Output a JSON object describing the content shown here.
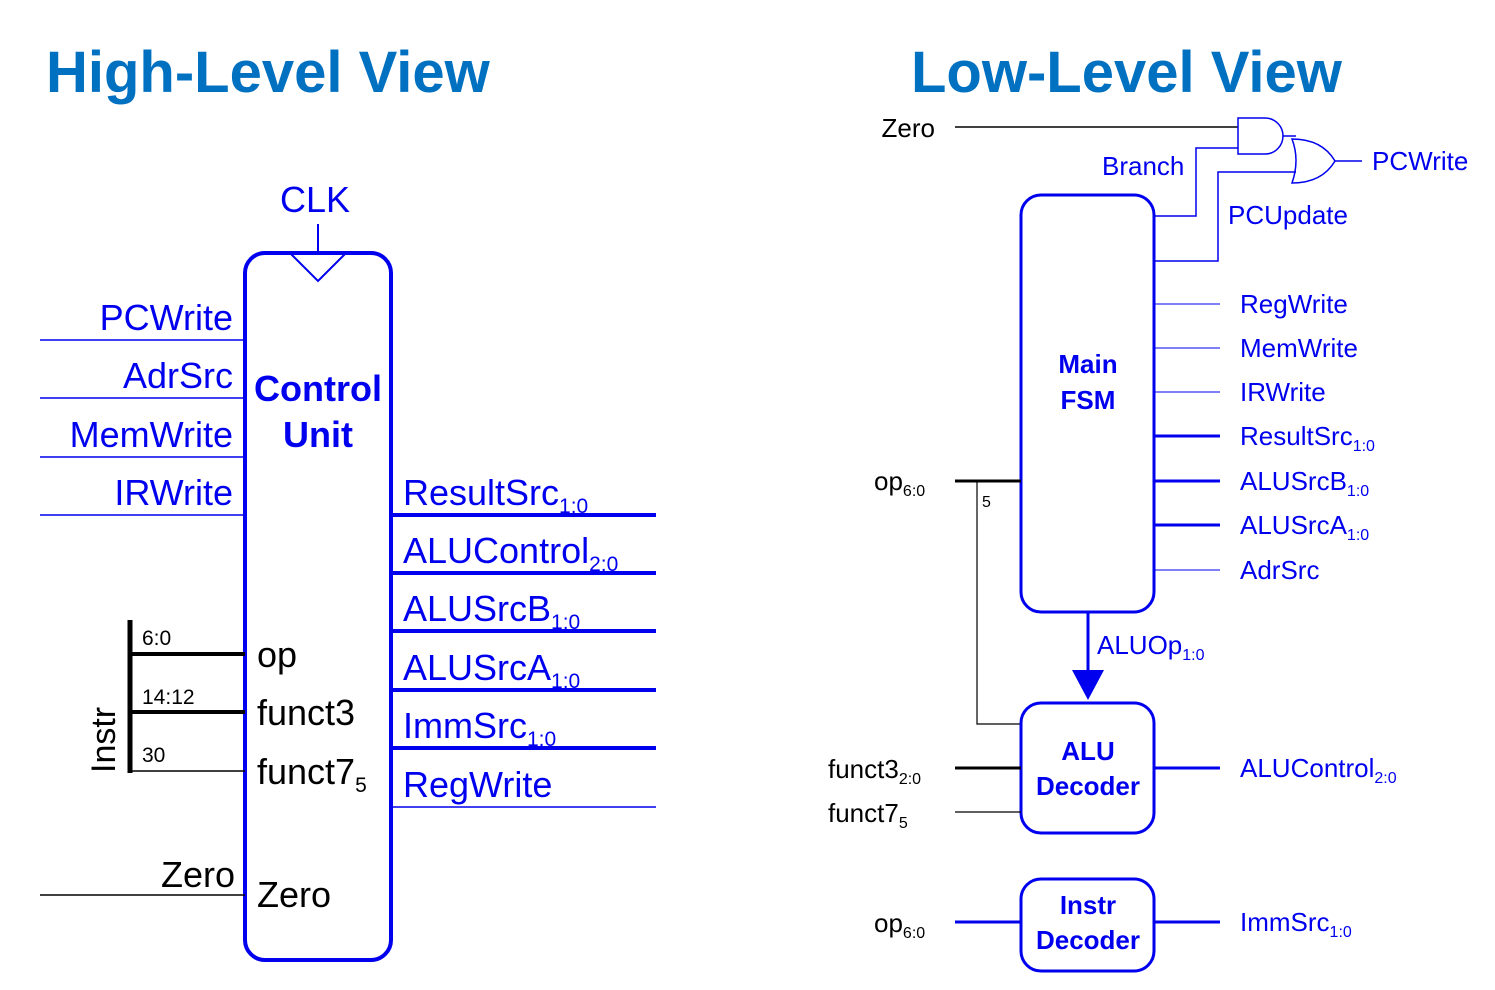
{
  "high_level": {
    "title": "High-Level View",
    "clk": "CLK",
    "unit_line1": "Control",
    "unit_line2": "Unit",
    "left_outputs": [
      "PCWrite",
      "AdrSrc",
      "MemWrite",
      "IRWrite"
    ],
    "right_outputs": [
      {
        "name": "ResultSrc",
        "sub": "1:0"
      },
      {
        "name": "ALUControl",
        "sub": "2:0"
      },
      {
        "name": "ALUSrcB",
        "sub": "1:0"
      },
      {
        "name": "ALUSrcA",
        "sub": "1:0"
      },
      {
        "name": "ImmSrc",
        "sub": "1:0"
      },
      {
        "name": "RegWrite",
        "sub": ""
      }
    ],
    "instr_label": "Instr",
    "bit_ranges": [
      "6:0",
      "14:12",
      "30"
    ],
    "inputs": [
      {
        "name": "op",
        "sub": ""
      },
      {
        "name": "funct3",
        "sub": ""
      },
      {
        "name": "funct7",
        "sub": "5"
      }
    ],
    "zero_outside": "Zero",
    "zero_inside": "Zero"
  },
  "low_level": {
    "title": "Low-Level View",
    "zero": "Zero",
    "branch": "Branch",
    "pcwrite": "PCWrite",
    "pcupdate": "PCUpdate",
    "main_fsm_line1": "Main",
    "main_fsm_line2": "FSM",
    "fsm_outputs": [
      {
        "name": "RegWrite",
        "sub": ""
      },
      {
        "name": "MemWrite",
        "sub": ""
      },
      {
        "name": "IRWrite",
        "sub": ""
      },
      {
        "name": "ResultSrc",
        "sub": "1:0"
      },
      {
        "name": "ALUSrcB",
        "sub": "1:0"
      },
      {
        "name": "ALUSrcA",
        "sub": "1:0"
      },
      {
        "name": "AdrSrc",
        "sub": ""
      }
    ],
    "op_in": {
      "name": "op",
      "sub": "6:0"
    },
    "op_width": "5",
    "aluop": {
      "name": "ALUOp",
      "sub": "1:0"
    },
    "alu_decoder_line1": "ALU",
    "alu_decoder_line2": "Decoder",
    "funct3": {
      "name": "funct3",
      "sub": "2:0"
    },
    "funct7": {
      "name": "funct7",
      "sub": "5"
    },
    "alucontrol": {
      "name": "ALUControl",
      "sub": "2:0"
    },
    "instr_decoder_line1": "Instr",
    "instr_decoder_line2": "Decoder",
    "op_in2": {
      "name": "op",
      "sub": "6:0"
    },
    "immsrc": {
      "name": "ImmSrc",
      "sub": "1:0"
    }
  },
  "colors": {
    "title": "#0070C0",
    "signal_blue": "#0000EE",
    "wire_black": "#000000"
  }
}
